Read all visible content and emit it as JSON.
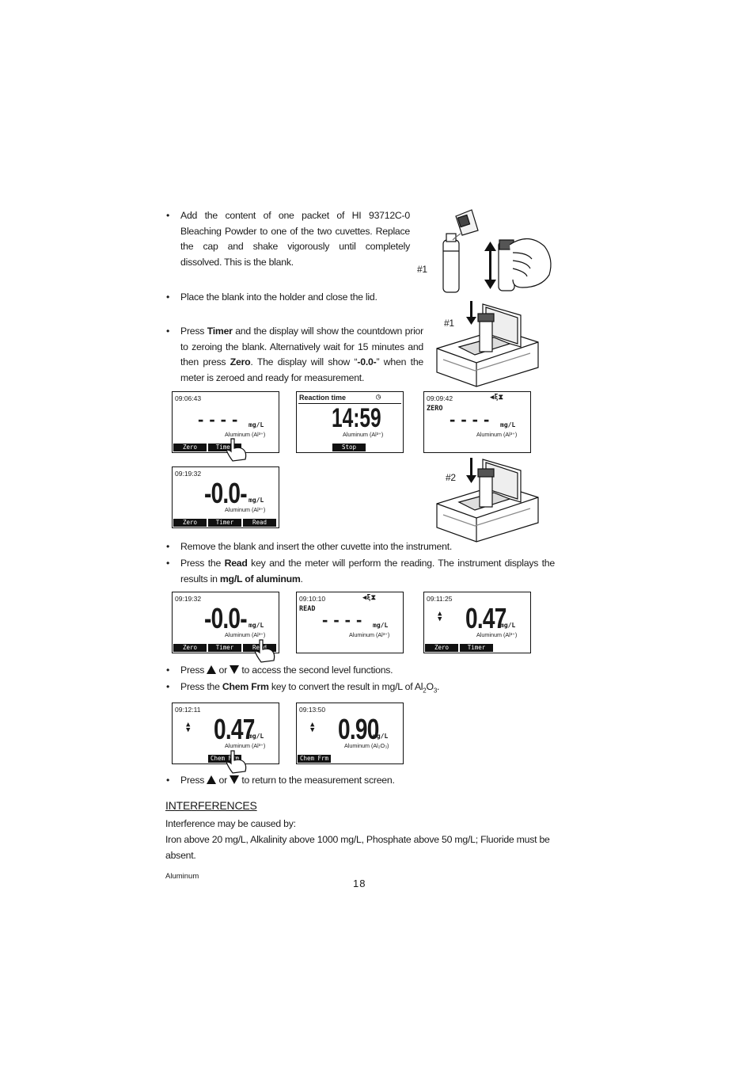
{
  "bullets": {
    "b1": "Add the content of one packet of HI 93712C-0 Bleaching Powder to one of the two cuvettes. Replace the cap and shake vigorously until completely dissolved. This is the blank.",
    "b2": "Place the blank into the holder and close the lid.",
    "b3_pre": "Press ",
    "b3_key1": "Timer",
    "b3_mid": " and the display will show the countdown prior to zeroing the blank. Alternatively wait for 15 minutes and then press ",
    "b3_key2": "Zero",
    "b3_mid2": ". The display will show “",
    "b3_val": "-0.0-",
    "b3_post": "” when the meter is zeroed and ready for measurement.",
    "b4": "Remove the blank and insert the other cuvette into the instrument.",
    "b5_pre": "Press the ",
    "b5_key": "Read",
    "b5_mid": " key and the meter will perform the reading. The instrument displays the results in ",
    "b5_unit": "mg/L of aluminum",
    "b5_post": ".",
    "b6_pre": "Press",
    "b6_or": "or",
    "b6_post": "to access the second level functions.",
    "b7_pre": "Press the ",
    "b7_key": "Chem Frm",
    "b7_post": " key to convert the result in mg/L of Al",
    "b7_sub1": "2",
    "b7_o": "O",
    "b7_sub2": "3",
    "b7_end": ".",
    "b8_pre": "Press",
    "b8_or": "or",
    "b8_post": "to return to the measurement screen."
  },
  "labels": {
    "n1a": "#1",
    "n1b": "#1",
    "n2": "#2"
  },
  "screens": {
    "s1": {
      "time": "09:06:43",
      "dashes": "----",
      "unit": "mg/L",
      "chem": "Aluminum (Al³⁺)",
      "keys": [
        "Zero",
        "Timer"
      ]
    },
    "s2": {
      "title": "Reaction time",
      "icon": "◷",
      "count": "14:59",
      "chem": "Aluminum (Al³⁺)",
      "keys": [
        "",
        "Stop"
      ]
    },
    "s3": {
      "time": "09:09:42",
      "status": "ZERO",
      "icons": "◀ξ⧗",
      "dashes": "----",
      "unit": "mg/L",
      "chem": "Aluminum (Al³⁺)"
    },
    "s4": {
      "time": "09:19:32",
      "value": "-0.0-",
      "unit": "mg/L",
      "chem": "Aluminum (Al³⁺)",
      "keys": [
        "Zero",
        "Timer",
        "Read"
      ]
    },
    "s5": {
      "time": "09:19:32",
      "value": "-0.0-",
      "unit": "mg/L",
      "chem": "Aluminum (Al³⁺)",
      "keys": [
        "Zero",
        "Timer",
        "Read"
      ]
    },
    "s6": {
      "time": "09:10:10",
      "status": "READ",
      "icons": "◀ξ⧗",
      "dashes": "----",
      "unit": "mg/L",
      "chem": "Aluminum (Al³⁺)"
    },
    "s7": {
      "time": "09:11:25",
      "value": "0.47",
      "unit": "mg/L",
      "chem": "Aluminum (Al³⁺)",
      "keys": [
        "Zero",
        "Timer"
      ]
    },
    "s8": {
      "time": "09:12:11",
      "value": "0.47",
      "unit": "mg/L",
      "chem": "Aluminum (Al³⁺)",
      "keys": [
        "",
        "Chem Frm"
      ]
    },
    "s9": {
      "time": "09:13:50",
      "value": "0.90",
      "unit": "mg/L",
      "chem": "Aluminum (Al₂O₃)",
      "keys": [
        "Chem Frm"
      ]
    }
  },
  "interferences": {
    "heading": "INTERFERENCES",
    "line1": "Interference may be caused by:",
    "line2": "Iron above 20 mg/L, Alkalinity above 1000 mg/L, Phosphate above 50 mg/L; Fluoride must be absent."
  },
  "footer": {
    "section": "Aluminum",
    "page": "18"
  }
}
